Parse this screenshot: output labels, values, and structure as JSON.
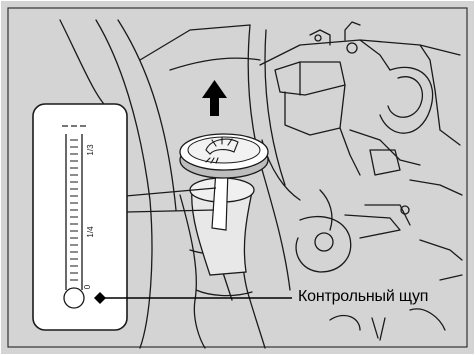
{
  "callout": {
    "label": "Контрольный щуп"
  },
  "dipstick_scale": {
    "upper_mark": "1/3",
    "middle_mark": "1/4",
    "lower_mark": "0"
  },
  "icons": {
    "cap_symbol": "windshield-washer-icon",
    "direction": "arrow-up-icon"
  },
  "colors": {
    "background": "#d4d4d4",
    "inset_panel": "#ffffff",
    "line": "#1a1a1a",
    "frame": "#333333"
  }
}
